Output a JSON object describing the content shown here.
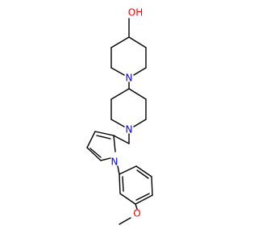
{
  "colors": {
    "background": "#ffffff",
    "bond": "#000000",
    "oxygen": "#ff0000",
    "nitrogen": "#0000ff"
  },
  "atoms": {
    "hydroxyl": "OH",
    "piperidine_n_top": "N",
    "piperidine_n_bottom": "N",
    "pyrrole_n": "N",
    "methoxy_o": "O"
  }
}
